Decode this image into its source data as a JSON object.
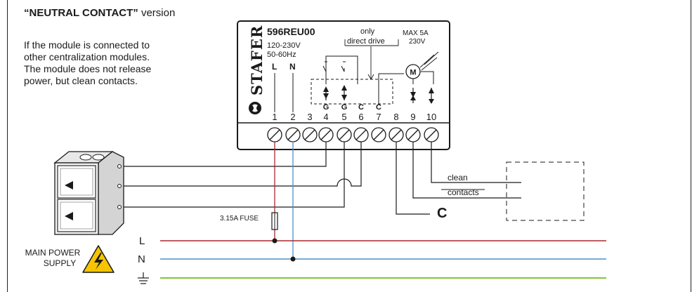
{
  "header": {
    "title_bold": "“NEUTRAL CONTACT”",
    "title_rest": " version"
  },
  "description": [
    "If the module is connected to",
    "other centralization modules.",
    "The module does not release",
    "power, but clean contacts."
  ],
  "module": {
    "brand": "STAFER",
    "model": "596REU00",
    "voltage": "120-230V",
    "frequency": "50-60Hz",
    "note_line1": "only",
    "note_line2": "direct drive",
    "max_line1": "MAX  5A",
    "max_line2": "230V",
    "motor_label": "M",
    "pin_L": "L",
    "pin_N": "N",
    "g4": "G",
    "g5": "G",
    "c6": "C",
    "c7": "C",
    "terminals": [
      "1",
      "2",
      "3",
      "4",
      "5",
      "6",
      "7",
      "8",
      "9",
      "10"
    ]
  },
  "labels": {
    "fuse": "3.15A FUSE",
    "clean": "clean",
    "contacts": "contacts",
    "common": "C",
    "line_L": "L",
    "line_N": "N",
    "main_power_1": "MAIN POWER",
    "main_power_2": "SUPPLY"
  },
  "colors": {
    "line_L": "#a8282e",
    "line_N": "#4e8fc9",
    "earth": "#8cc63f",
    "hazard": "#f6c400"
  },
  "icons": [
    "warning-high-voltage-icon",
    "earth-ground-icon",
    "motor-icon",
    "stafer-logo-icon",
    "wall-switch-icon"
  ]
}
